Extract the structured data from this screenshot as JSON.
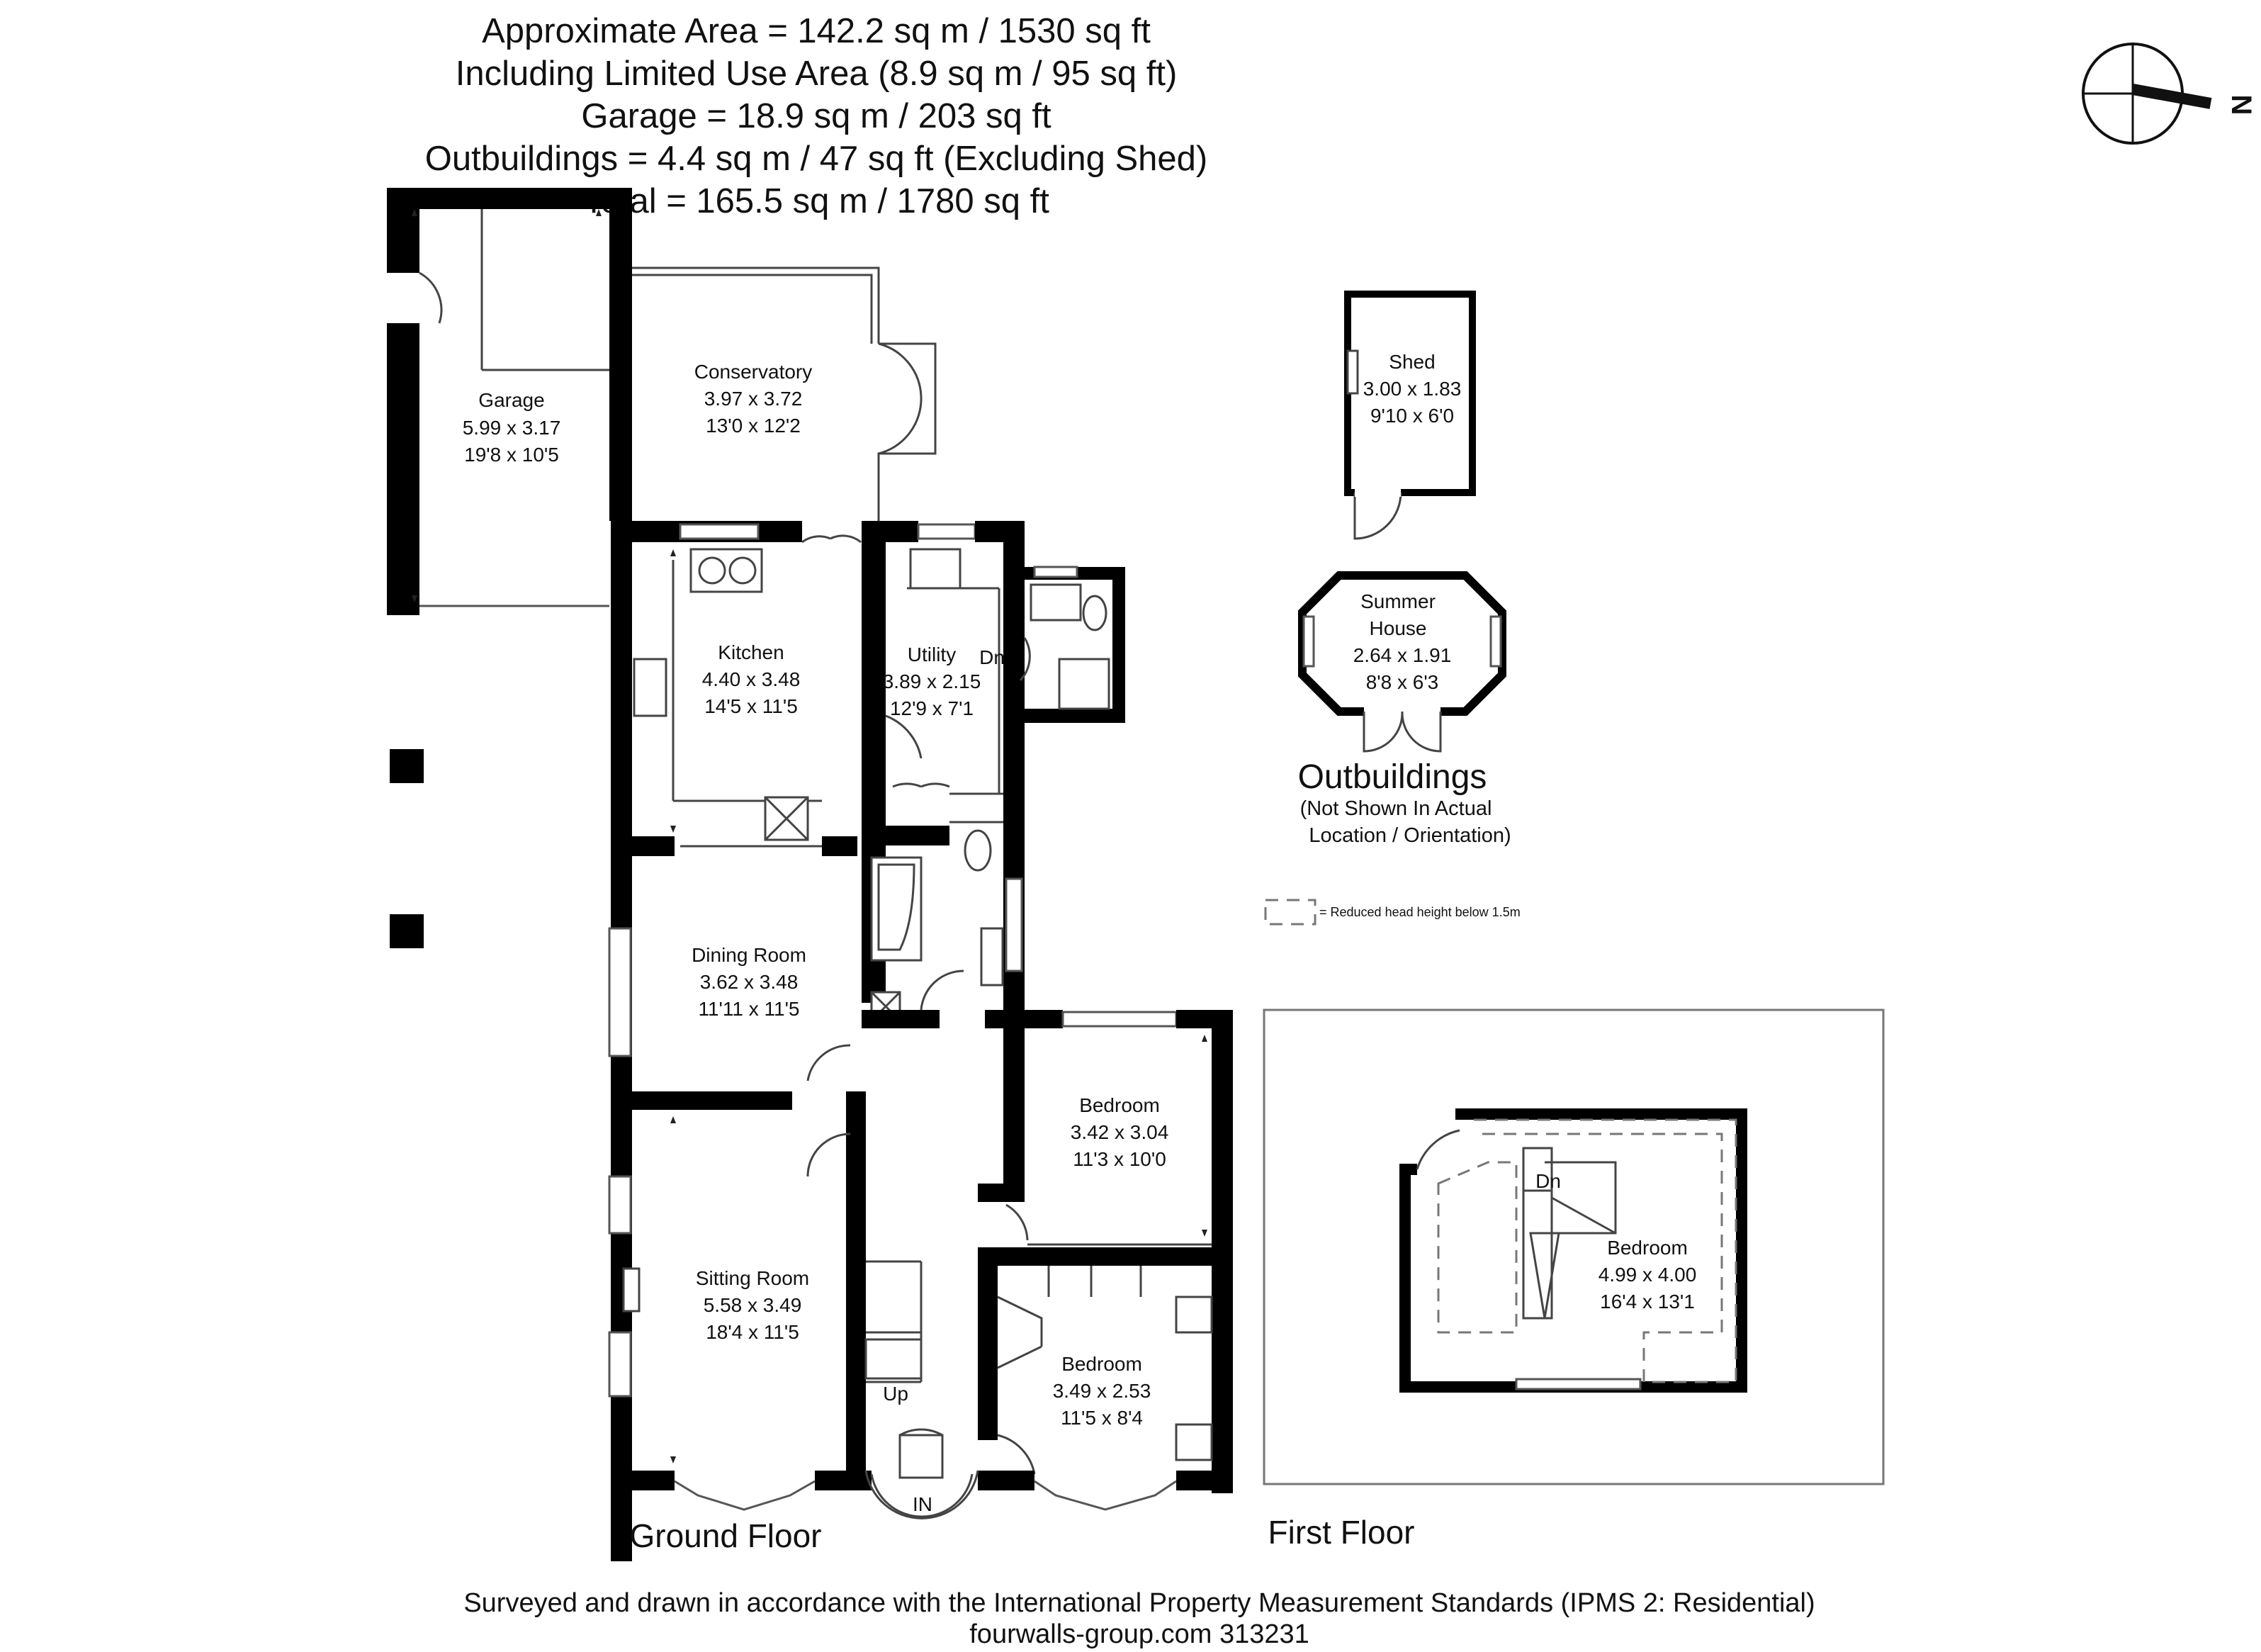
{
  "header": {
    "line1": "Approximate  Area = 142.2 sq m / 1530 sq ft",
    "line2": "Including Limited Use Area (8.9 sq m / 95 sq ft)",
    "line3": "Garage = 18.9 sq m / 203 sq ft",
    "line4": "Outbuildings = 4.4 sq m / 47 sq ft (Excluding Shed)",
    "line5": "Total = 165.5 sq m / 1780 sq ft"
  },
  "compass": {
    "label": "N"
  },
  "rooms": {
    "garage": {
      "name": "Garage",
      "metric": "5.99 x 3.17",
      "imperial": "19'8 x 10'5"
    },
    "conservatory": {
      "name": "Conservatory",
      "metric": "3.97 x 3.72",
      "imperial": "13'0 x 12'2"
    },
    "kitchen": {
      "name": "Kitchen",
      "metric": "4.40 x 3.48",
      "imperial": "14'5 x 11'5"
    },
    "utility": {
      "name": "Utility",
      "metric": "3.89 x 2.15",
      "imperial": "12'9 x 7'1"
    },
    "dining": {
      "name": "Dining Room",
      "metric": "3.62 x 3.48",
      "imperial": "11'11 x 11'5"
    },
    "bedroom1": {
      "name": "Bedroom",
      "metric": "3.42 x 3.04",
      "imperial": "11'3 x 10'0"
    },
    "sitting": {
      "name": "Sitting Room",
      "metric": "5.58 x 3.49",
      "imperial": "18'4 x 11'5"
    },
    "bedroom2": {
      "name": "Bedroom",
      "metric": "3.49 x 2.53",
      "imperial": "11'5 x 8'4"
    },
    "shed": {
      "name": "Shed",
      "metric": "3.00 x 1.83",
      "imperial": "9'10 x 6'0"
    },
    "summer": {
      "name1": "Summer",
      "name2": "House",
      "metric": "2.64 x 1.91",
      "imperial": "8'8 x 6'3"
    },
    "bedroom_ff": {
      "name": "Bedroom",
      "metric": "4.99 x 4.00",
      "imperial": "16'4 x 13'1"
    }
  },
  "labels": {
    "dn_ground": "Dn",
    "dn_first": "Dn",
    "up": "Up",
    "in": "IN",
    "outbuildings_title": "Outbuildings",
    "outbuildings_note1": "(Not Shown In Actual",
    "outbuildings_note2": "Location / Orientation)",
    "legend": "= Reduced head height below 1.5m",
    "ground_floor": "Ground Floor",
    "first_floor": "First Floor"
  },
  "footer": {
    "line1": "Surveyed and drawn in accordance with the International Property Measurement Standards (IPMS 2: Residential)",
    "line2": "fourwalls-group.com 313231"
  }
}
